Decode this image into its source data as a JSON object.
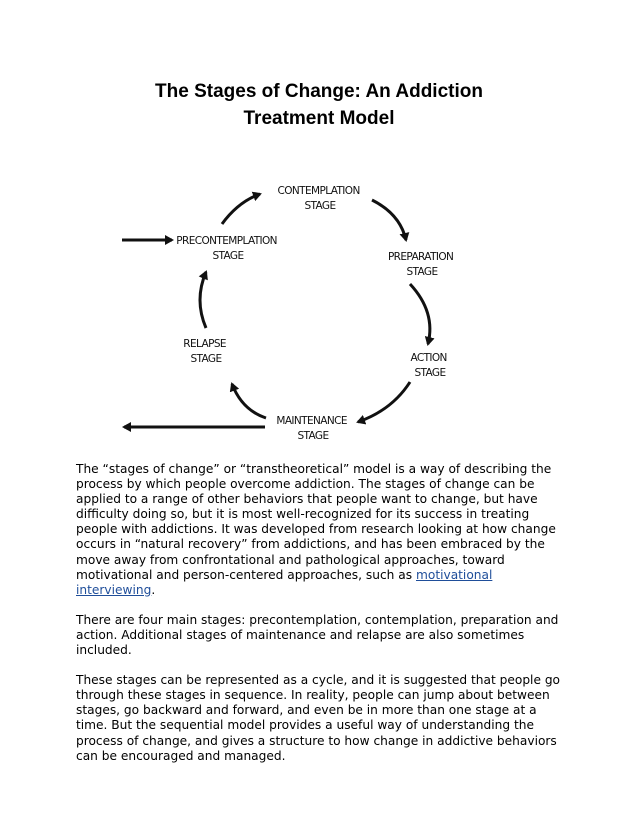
{
  "title": {
    "line1": "The Stages of Change: An Addiction",
    "line2": "Treatment Model"
  },
  "diagram": {
    "stages": {
      "contemplation": [
        "CONTEMPLATION",
        "STAGE"
      ],
      "preparation": [
        "PREPARATION",
        "STAGE"
      ],
      "action": [
        "ACTION",
        "STAGE"
      ],
      "maintenance": [
        "MAINTENANCE",
        "STAGE"
      ],
      "relapse": [
        "RELAPSE",
        "STAGE"
      ],
      "precontemplation": [
        "PRECONTEMPLATION",
        "STAGE"
      ]
    }
  },
  "paragraphs": {
    "p1_before_link": "The “stages of change” or “transtheoretical” model is a way of describing the process by which people overcome addiction. The stages of change can be applied to a range of other behaviors that people want to change, but have difficulty doing so, but it is most well-recognized for its success in treating people with addictions. It was developed from research looking at how change occurs in “natural recovery” from addictions, and has been embraced by the move away from confrontational and pathological approaches, toward motivational and person-centered approaches, such as ",
    "p1_link": "motivational interviewing",
    "p1_after_link": ".",
    "p2": "There are four main stages: precontemplation, contemplation, preparation and action. Additional stages of maintenance and relapse are also sometimes included.",
    "p3": "These stages can be represented as a cycle, and it is suggested that people go through these stages in sequence. In reality, people can jump about between stages, go backward and forward, and even be in more than one stage at a time. But the sequential model provides a useful way of understanding the process of change, and gives a structure to how change in addictive behaviors can be encouraged and managed."
  },
  "colors": {
    "text": "#000000",
    "link": "#1f4e9a"
  }
}
